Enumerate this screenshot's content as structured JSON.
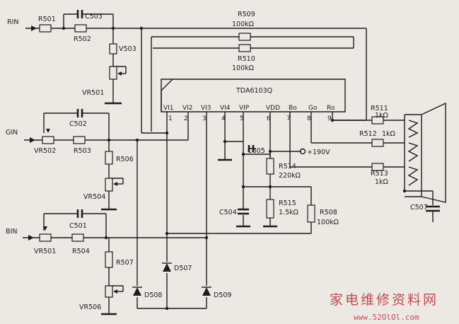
{
  "inputs": {
    "rin": "RIN",
    "gin": "GIN",
    "bin": "BIN"
  },
  "chip": {
    "name": "TDA6103Q",
    "pins": [
      {
        "name": "VI1",
        "num": "1"
      },
      {
        "name": "VI2",
        "num": "2"
      },
      {
        "name": "VI3",
        "num": "3"
      },
      {
        "name": "VI4",
        "num": "4"
      },
      {
        "name": "VIP",
        "num": "5"
      },
      {
        "name": "VDD",
        "num": "6"
      },
      {
        "name": "Bo",
        "num": "7"
      },
      {
        "name": "Go",
        "num": "8"
      },
      {
        "name": "Ro",
        "num": "9"
      }
    ]
  },
  "components": {
    "r501": "R501",
    "c503": "C503",
    "r502": "R502",
    "v503": "V503",
    "vr501_top": "VR501",
    "r509": "R509",
    "r509_val": "100kΩ",
    "r510": "R510",
    "r510_val": "100kΩ",
    "c502": "C502",
    "vr502": "VR502",
    "r503": "R503",
    "r506": "R506",
    "vr504": "VR504",
    "c501": "C501",
    "vr501_bot": "VR501",
    "r504": "R504",
    "r507": "R507",
    "vr506": "VR506",
    "d507": "D507",
    "d508": "D508",
    "d509": "D509",
    "c605": "C605",
    "supply": "+190V",
    "r514": "R514",
    "r514_val": "220kΩ",
    "r515": "R515",
    "r515_val": "1.5kΩ",
    "c504": "C504",
    "r508": "R508",
    "r508_val": "100kΩ",
    "r511": "R511",
    "r511_val": "1kΩ",
    "r512": "R512",
    "r512_val": "1kΩ",
    "r513": "R513",
    "r513_val": "1kΩ",
    "c507": "C507"
  },
  "watermark": {
    "text": "家电维修资料网",
    "url": "www.52OlOl.com"
  }
}
